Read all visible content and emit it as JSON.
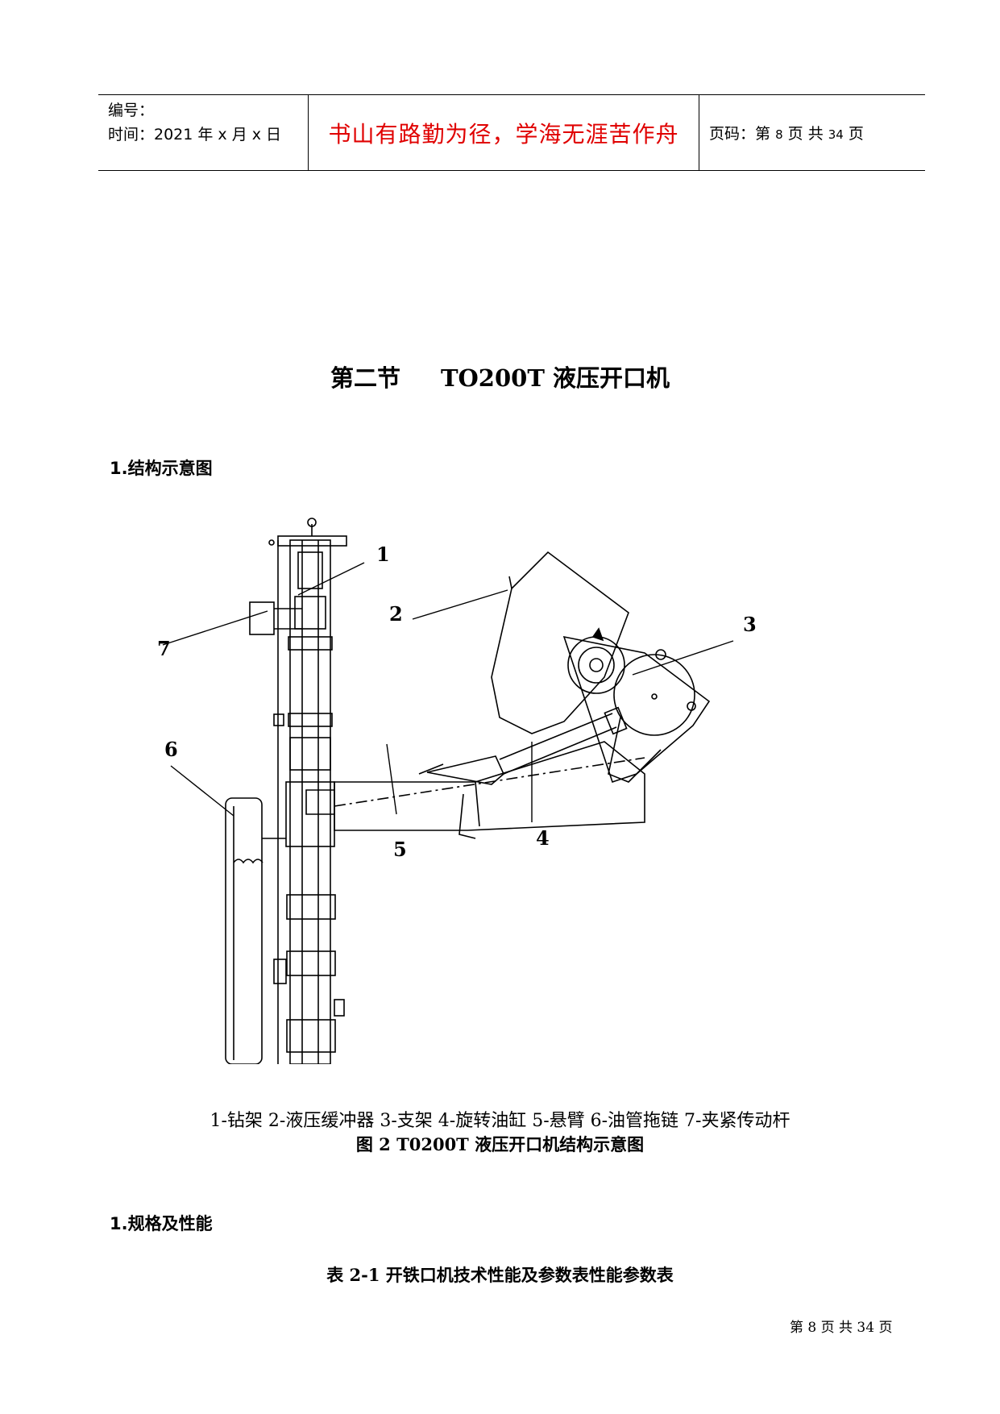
{
  "header": {
    "number_label": "编号：",
    "time_label": "时间：2021 年 x 月 x 日",
    "motto": "书山有路勤为径，学海无涯苦作舟",
    "page_prefix": "页码：第",
    "page_no": "8",
    "page_mid": "页  共",
    "page_total": "34",
    "page_suffix": "页"
  },
  "section_title_a": "第二节",
  "section_title_b": "TO200T 液压开口机",
  "heading_1": "1.结构示意图",
  "figure": {
    "callouts": [
      "1",
      "2",
      "3",
      "4",
      "5",
      "6",
      "7"
    ],
    "legend": "1-钻架    2-液压缓冲器    3-支架    4-旋转油缸    5-悬臂    6-油管拖链    7-夹紧传动杆",
    "caption": "图 2      T0200T 液压开口机结构示意图"
  },
  "heading_2": "1.规格及性能",
  "table_title": "表 2-1 开铁口机技术性能及参数表性能参数表",
  "footer": "第  8  页  共  34  页"
}
